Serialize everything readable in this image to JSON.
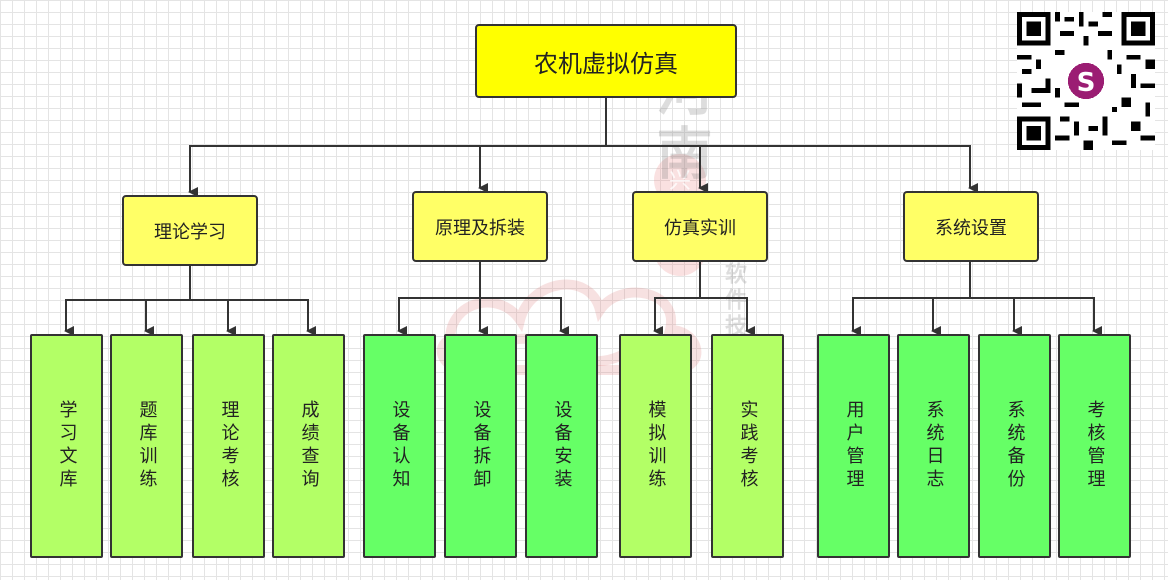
{
  "root": {
    "label": "农机虚拟仿真"
  },
  "categories": [
    {
      "label": "理论学习",
      "children": [
        "学习文库",
        "题库训练",
        "理论考核",
        "成绩查询"
      ]
    },
    {
      "label": "原理及拆装",
      "children": [
        "设备认知",
        "设备拆卸",
        "设备安装"
      ]
    },
    {
      "label": "仿真实训",
      "children": [
        "模拟训练",
        "实践考核"
      ]
    },
    {
      "label": "系统设置",
      "children": [
        "用户管理",
        "系统日志",
        "系统备份",
        "考核管理"
      ]
    }
  ],
  "watermark": {
    "text_vertical_1": "河南",
    "text_vertical_2": "软件技术有限公司",
    "seal_chars": [
      "兴",
      "幻"
    ]
  },
  "qr_code": {
    "center_logo": "S-logo-icon"
  },
  "colors": {
    "root_fill": "#ffff00",
    "category_fill": "#ffff66",
    "leaf_light_green": "#b3ff66",
    "leaf_green": "#66ff66",
    "stroke": "#333333"
  }
}
